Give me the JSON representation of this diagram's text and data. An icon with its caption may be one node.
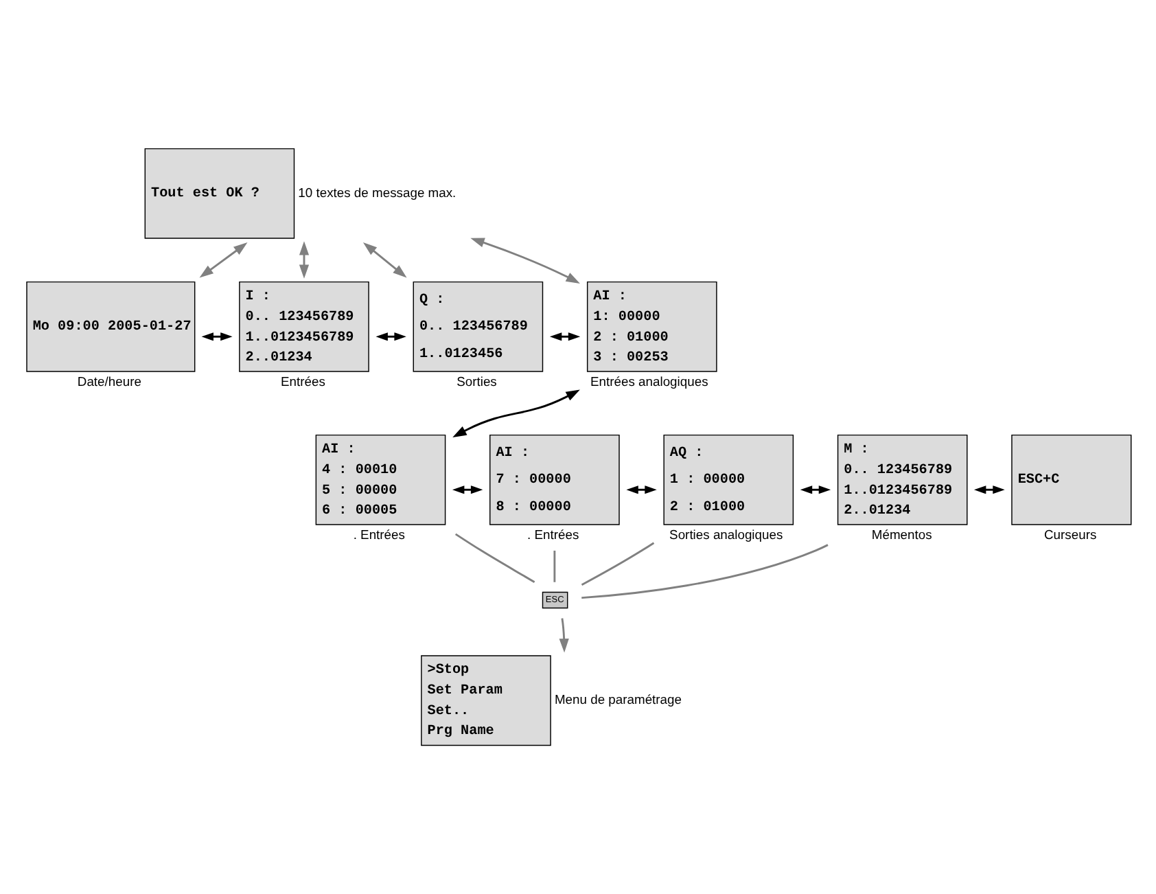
{
  "diagram": {
    "nodes": [
      {
        "text": [
          "Tout est OK ?"
        ],
        "beside": [
          "10 textes de message max."
        ]
      },
      {
        "text": [
          "Mo 09:00 2005-01-27"
        ],
        "beside": [
          "Date/heure"
        ]
      },
      {
        "text": [
          "I :",
          "0.. 123456789",
          "1..0123456789",
          "2..01234"
        ],
        "beside": [
          "Entrées"
        ]
      },
      {
        "text": [
          "Q :",
          "0.. 123456789",
          "1..0123456"
        ],
        "beside": [
          "Sorties"
        ]
      },
      {
        "text": [
          "AI :",
          "1: 00000",
          "2 : 01000",
          "3 : 00253"
        ],
        "beside": [
          "Entrées analogiques"
        ]
      },
      {
        "text": [
          "AI :",
          "4 : 00010",
          "5 : 00000",
          "6 : 00005"
        ],
        "beside": [
          ". Entrées"
        ]
      },
      {
        "text": [
          "AI :",
          "7 : 00000",
          "8 : 00000"
        ],
        "beside": [
          ". Entrées"
        ]
      },
      {
        "text": [
          "AQ :",
          "1 : 00000",
          "2 : 01000"
        ],
        "beside": [
          "Sorties analogiques"
        ]
      },
      {
        "text": [
          "M :",
          "0.. 123456789",
          "1..0123456789",
          "2..01234"
        ],
        "beside": [
          "Mémentos"
        ]
      },
      {
        "text": [
          "ESC+C"
        ],
        "beside": [
          "Curseurs"
        ]
      },
      {
        "text": [
          "ESC"
        ]
      },
      {
        "text": [
          ">Stop",
          "Set Param",
          "Set..",
          "Prg Name"
        ],
        "beside": [
          "Menu de paramétrage"
        ]
      }
    ],
    "edges": [
      {
        "from": 0,
        "to": 1,
        "arrow": "both"
      },
      {
        "from": 0,
        "to": 2,
        "arrow": "both"
      },
      {
        "from": 0,
        "to": 3,
        "arrow": "both"
      },
      {
        "from": 0,
        "to": 4,
        "arrow": "both"
      },
      {
        "from": 1,
        "to": 2,
        "arrow": "both",
        "color": "#000000"
      },
      {
        "from": 2,
        "to": 3,
        "arrow": "both",
        "color": "#000000"
      },
      {
        "from": 3,
        "to": 4,
        "arrow": "both",
        "color": "#000000"
      },
      {
        "from": 4,
        "to": 5,
        "arrow": "both",
        "color": "#000000"
      },
      {
        "from": 5,
        "to": 6,
        "arrow": "both",
        "color": "#000000"
      },
      {
        "from": 6,
        "to": 7,
        "arrow": "both",
        "color": "#000000"
      },
      {
        "from": 7,
        "to": 8,
        "arrow": "both",
        "color": "#000000"
      },
      {
        "from": 8,
        "to": 9,
        "arrow": "both",
        "color": "#000000"
      },
      {
        "from": 5,
        "to": 10,
        "arrow": "none"
      },
      {
        "from": 6,
        "to": 10,
        "arrow": "none"
      },
      {
        "from": 7,
        "to": 10,
        "arrow": "none"
      },
      {
        "from": 8,
        "to": 10,
        "arrow": "none"
      },
      {
        "from": 10,
        "to": 11,
        "arrow": "to"
      }
    ]
  }
}
